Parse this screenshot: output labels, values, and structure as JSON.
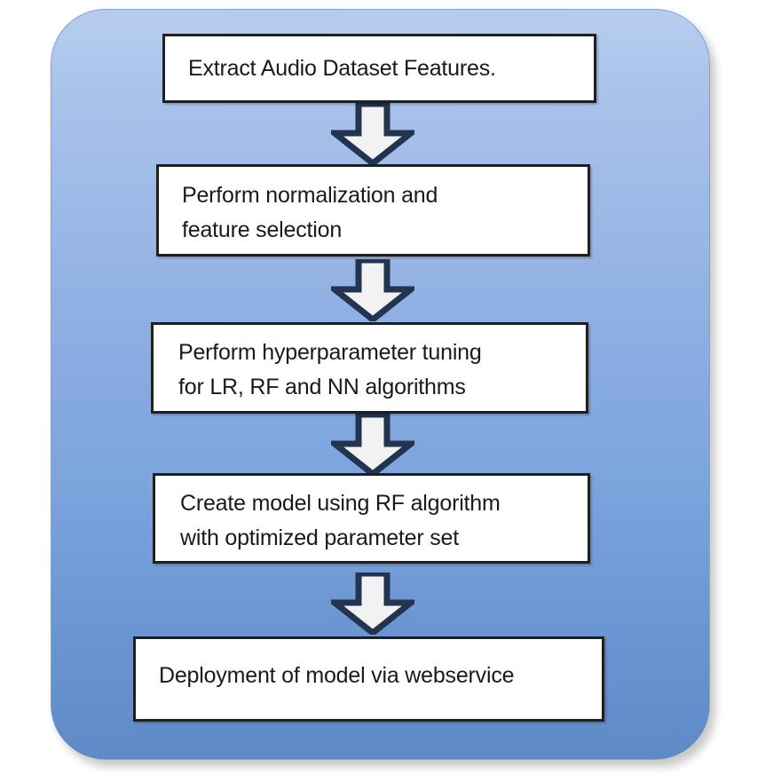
{
  "diagram": {
    "title": "Audio dataset machine-learning pipeline flowchart",
    "panel": {
      "shape": "rounded-rectangle",
      "fill_top": "#b6cdee",
      "fill_bottom": "#5e8ac8"
    },
    "box_style": {
      "fill": "#ffffff",
      "border_color": "#1f1f1f",
      "text_color": "#1a1a1a"
    },
    "arrow_style": {
      "fill": "#f2f2f2",
      "border_color": "#1f3352",
      "direction": "down"
    },
    "steps": [
      {
        "id": "step-1",
        "text": "Extract Audio Dataset Features."
      },
      {
        "id": "step-2",
        "text": "Perform normalization and\nfeature selection"
      },
      {
        "id": "step-3",
        "text": "Perform hyperparameter tuning\nfor LR, RF and NN algorithms"
      },
      {
        "id": "step-4",
        "text": "Create model using RF algorithm\nwith optimized parameter set"
      },
      {
        "id": "step-5",
        "text": "Deployment of model via webservice"
      }
    ],
    "connectors": [
      {
        "id": "arrow-1",
        "from": "step-1",
        "to": "step-2",
        "label": "down-arrow"
      },
      {
        "id": "arrow-2",
        "from": "step-2",
        "to": "step-3",
        "label": "down-arrow"
      },
      {
        "id": "arrow-3",
        "from": "step-3",
        "to": "step-4",
        "label": "down-arrow"
      },
      {
        "id": "arrow-4",
        "from": "step-4",
        "to": "step-5",
        "label": "down-arrow"
      }
    ]
  }
}
